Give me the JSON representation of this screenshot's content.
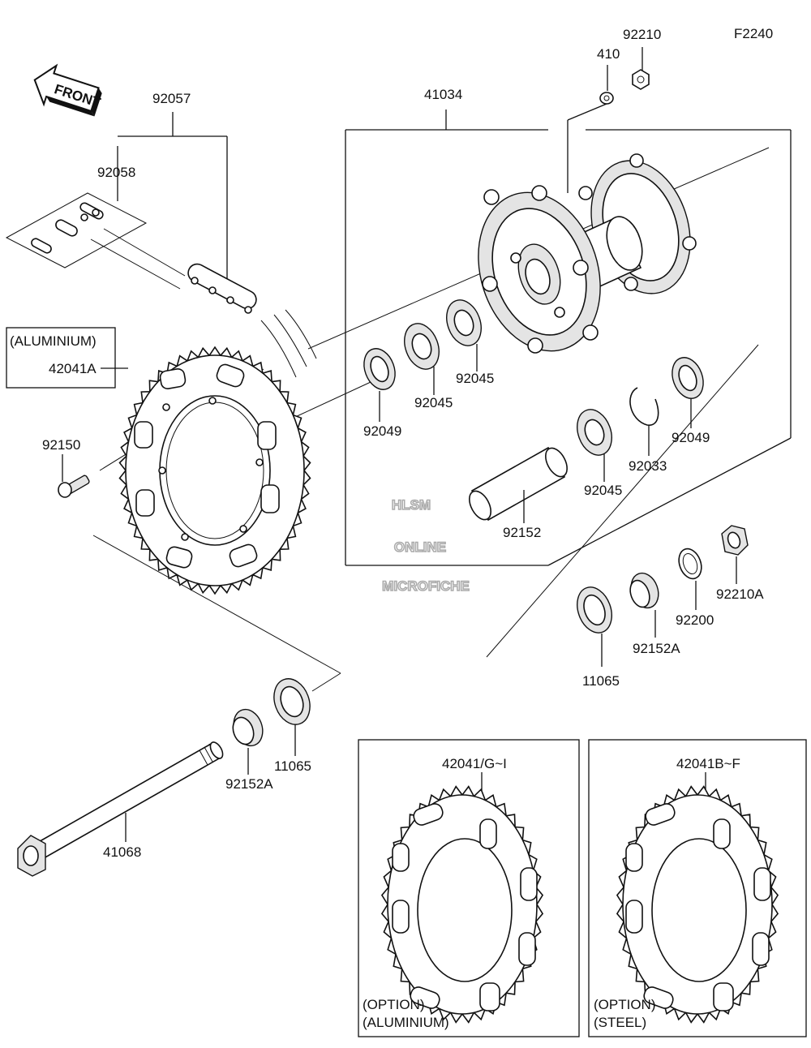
{
  "figure_code": "F2240",
  "front_label": "FRONT",
  "watermark": {
    "line1": "HLSM",
    "line2": "ONLINE",
    "line3": "MICROFICHE"
  },
  "parts": {
    "p92210": "92210",
    "p410": "410",
    "p41034": "41034",
    "p92057": "92057",
    "p92058": "92058",
    "aluminium_note": "(ALUMINIUM)",
    "p42041A": "42041A",
    "p92150": "92150",
    "p92049_left": "92049",
    "p92045_a": "92045",
    "p92045_b": "92045",
    "p92045_c": "92045",
    "p92033": "92033",
    "p92049_right": "92049",
    "p92152": "92152",
    "p92210A": "92210A",
    "p92200": "92200",
    "p92152A_right": "92152A",
    "p11065_right": "11065",
    "p11065_left": "11065",
    "p92152A_left": "92152A",
    "p41068": "41068"
  },
  "options": [
    {
      "part": "42041/G~I",
      "line1": "(OPTION)",
      "line2": "(ALUMINIUM)"
    },
    {
      "part": "42041B~F",
      "line1": "(OPTION)",
      "line2": "(STEEL)"
    }
  ]
}
